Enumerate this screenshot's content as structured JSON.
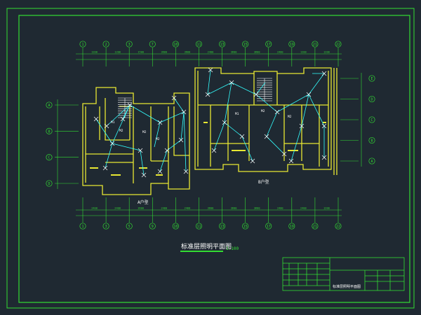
{
  "drawing": {
    "title": "标准层照明平面图",
    "scale": "1:100",
    "unit_a_label": "A户型",
    "unit_b_label": "B户型",
    "title_block_name": "标准层照明平面图",
    "top_axes": [
      "1",
      "2",
      "3",
      "7",
      "10",
      "11",
      "13",
      "15",
      "17",
      "19",
      "21",
      "22"
    ],
    "bottom_axes": [
      "1",
      "3",
      "5",
      "9",
      "10",
      "11",
      "13",
      "15",
      "17",
      "19",
      "21",
      "22"
    ],
    "left_axes": [
      "A",
      "B",
      "C",
      "D"
    ],
    "right_axes": [
      "E",
      "D",
      "C",
      "B",
      "A"
    ],
    "top_dims": [
      "1200",
      "1200",
      "1500",
      "3600",
      "3600",
      "2400",
      "3600",
      "3600",
      "2400",
      "1200",
      "1200"
    ],
    "bottom_dims": [
      "2400",
      "2400",
      "3600",
      "2400",
      "2400",
      "3600",
      "3600",
      "3600",
      "2400",
      "2400",
      "1200"
    ]
  },
  "colors": {
    "background": "#1f2932",
    "frame": "#33dd33",
    "walls": "#e8e832",
    "wiring": "#33ffff",
    "text": "#ffffff"
  }
}
